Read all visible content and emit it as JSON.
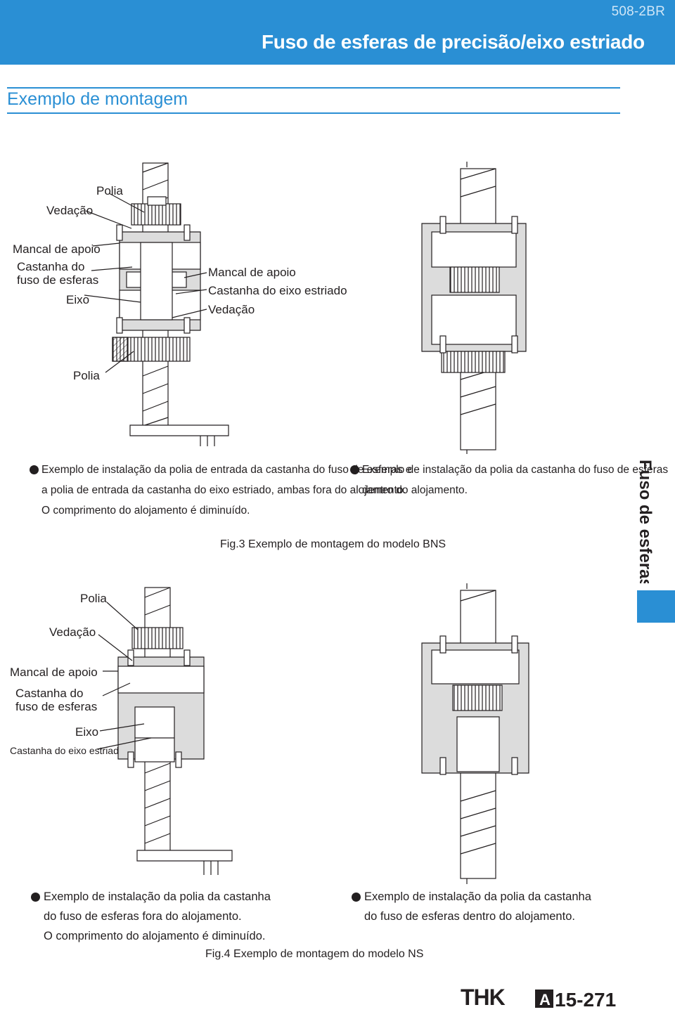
{
  "header": {
    "doc_code": "508-2BR",
    "title": "Fuso de esferas de precisão/eixo estriado"
  },
  "section": {
    "title": "Exemplo de montagem"
  },
  "side_tab": {
    "label": "Fuso de esferas"
  },
  "fig3": {
    "caption": "Fig.3 Exemplo de montagem do modelo BNS",
    "left_labels": {
      "polia_top": "Polia",
      "vedacao": "Vedação",
      "mancal": "Mancal de apoio",
      "castanha_fuso_1": "Castanha do",
      "castanha_fuso_2": "fuso de esferas",
      "eixo": "Eixo",
      "mancal_right": "Mancal de apoio",
      "castanha_estriado": "Castanha do eixo estriado",
      "vedacao_right": "Vedação",
      "polia_bottom": "Polia"
    },
    "left_desc": [
      "Exemplo de instalação da polia de entrada da castanha do fuso de esferas e",
      "a polia de entrada da castanha do eixo estriado, ambas fora do alojamento.",
      "O comprimento do alojamento é diminuído."
    ],
    "right_desc": [
      "Exemplo de instalação da polia da castanha do fuso de esferas",
      "dentro do alojamento."
    ]
  },
  "fig4": {
    "caption": "Fig.4 Exemplo de montagem do modelo NS",
    "left_labels": {
      "polia": "Polia",
      "vedacao": "Vedação",
      "mancal": "Mancal de apoio",
      "castanha_fuso_1": "Castanha do",
      "castanha_fuso_2": "fuso de esferas",
      "eixo": "Eixo",
      "castanha_estriado": "Castanha do eixo estriado"
    },
    "left_desc": [
      "Exemplo de instalação da polia da castanha",
      "do fuso de esferas fora do alojamento.",
      "O comprimento do alojamento é diminuído."
    ],
    "right_desc": [
      "Exemplo de instalação da polia da castanha",
      "do fuso de esferas dentro do alojamento."
    ]
  },
  "footer": {
    "brand": "THK",
    "section_letter": "A",
    "page_number": "15-271"
  },
  "colors": {
    "accent": "#2a8fd4",
    "housing_fill": "#dcdcdc",
    "ink": "#231f20"
  }
}
